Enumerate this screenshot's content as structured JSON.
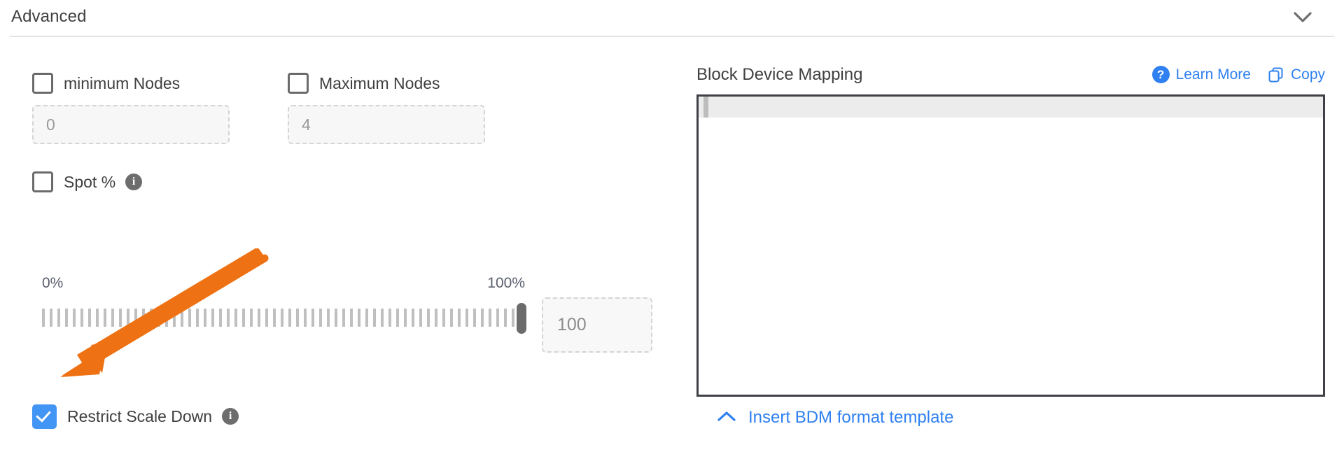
{
  "section": {
    "title": "Advanced",
    "collapse_icon": "chevron-down-icon"
  },
  "left": {
    "min_nodes": {
      "label": "minimum Nodes",
      "checked": false,
      "input_placeholder": "0",
      "input_value": ""
    },
    "max_nodes": {
      "label": "Maximum Nodes",
      "checked": false,
      "input_placeholder": "4",
      "input_value": ""
    },
    "spot_percent": {
      "label": "Spot %",
      "checked": false,
      "info_icon": "info-icon",
      "info_glyph": "i"
    },
    "slider": {
      "min_label": "0%",
      "max_label": "100%",
      "value": 100,
      "value_placeholder": "100",
      "percent_position": 100
    },
    "restrict_scale_down": {
      "label": "Restrict Scale Down",
      "checked": true,
      "info_icon": "info-icon",
      "info_glyph": "i"
    }
  },
  "right": {
    "title": "Block Device Mapping",
    "learn_more": {
      "label": "Learn More",
      "icon": "help-circle-icon",
      "icon_glyph": "?"
    },
    "copy": {
      "label": "Copy",
      "icon": "copy-icon"
    },
    "editor": {
      "content": "",
      "active_line_index": 1
    },
    "insert_template": {
      "label": "Insert BDM format template",
      "icon": "chevron-up-icon"
    }
  },
  "annotation": {
    "arrow_color": "#ee7214",
    "points_to": "restrict-scale-down-checkbox"
  },
  "colors": {
    "accent_blue": "#2f80f0",
    "checkbox_blue": "#4294f5",
    "annotation_orange": "#ee7214",
    "text_primary": "#3f3f3f",
    "muted": "#9a9a9a",
    "editor_border": "#3f4146",
    "active_line": "#ececec"
  }
}
